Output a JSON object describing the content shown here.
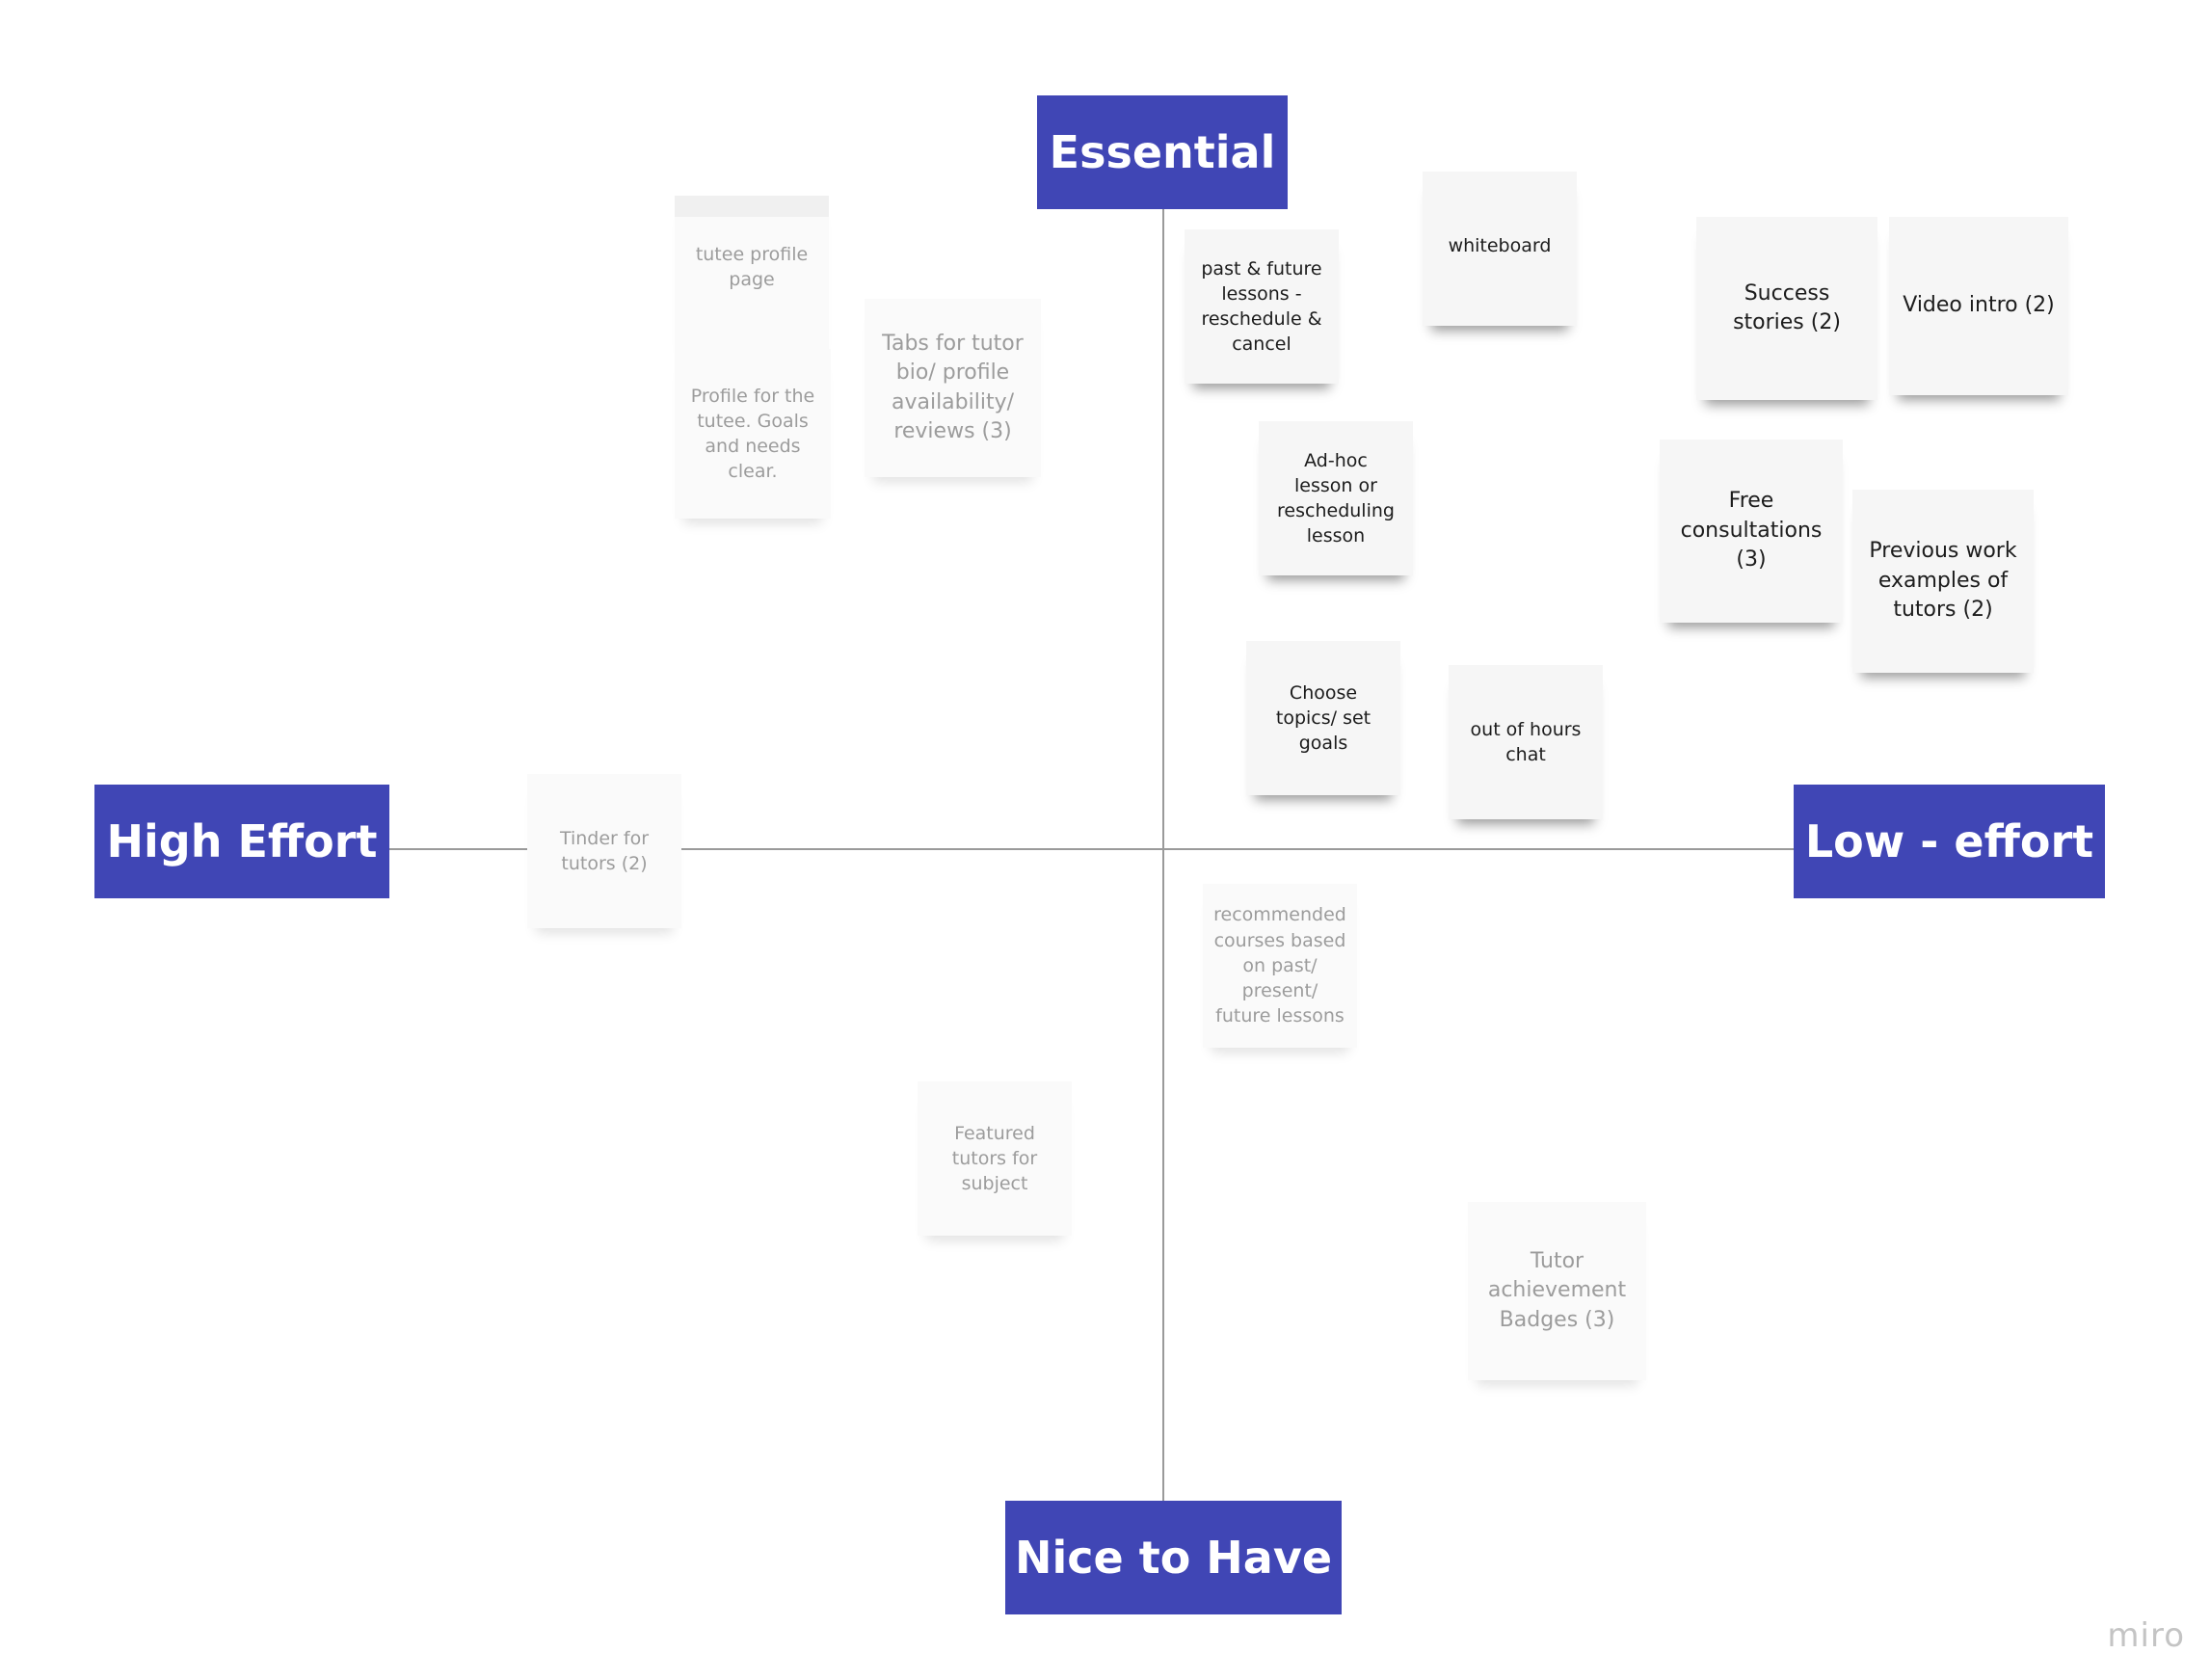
{
  "axes": {
    "top": "Essential",
    "left": "High Effort",
    "right": "Low - effort",
    "bottom": "Nice to Have"
  },
  "stickies": {
    "tutee_profile": "tutee profile page",
    "profile_for_tutee": "Profile for the tutee. Goals and needs clear.",
    "tabs_for_tutor": "Tabs for tutor bio/ profile availability/ reviews (3)",
    "past_future_lessons": "past & future lessons - reschedule & cancel",
    "whiteboard": "whiteboard",
    "success_stories": "Success stories (2)",
    "video_intro": "Video intro (2)",
    "adhoc_lesson": "Ad-hoc lesson or rescheduling lesson",
    "free_consultations": "Free consultations (3)",
    "previous_work": "Previous work examples of tutors (2)",
    "choose_topics": "Choose topics/ set goals",
    "out_of_hours_chat": "out of hours chat",
    "tinder_for_tutors": "Tinder for tutors (2)",
    "recommended_courses": "recommended courses based on past/ present/ future lessons",
    "featured_tutors": "Featured tutors for subject",
    "tutor_badges": "Tutor achievement Badges (3)"
  },
  "watermark": "miro"
}
